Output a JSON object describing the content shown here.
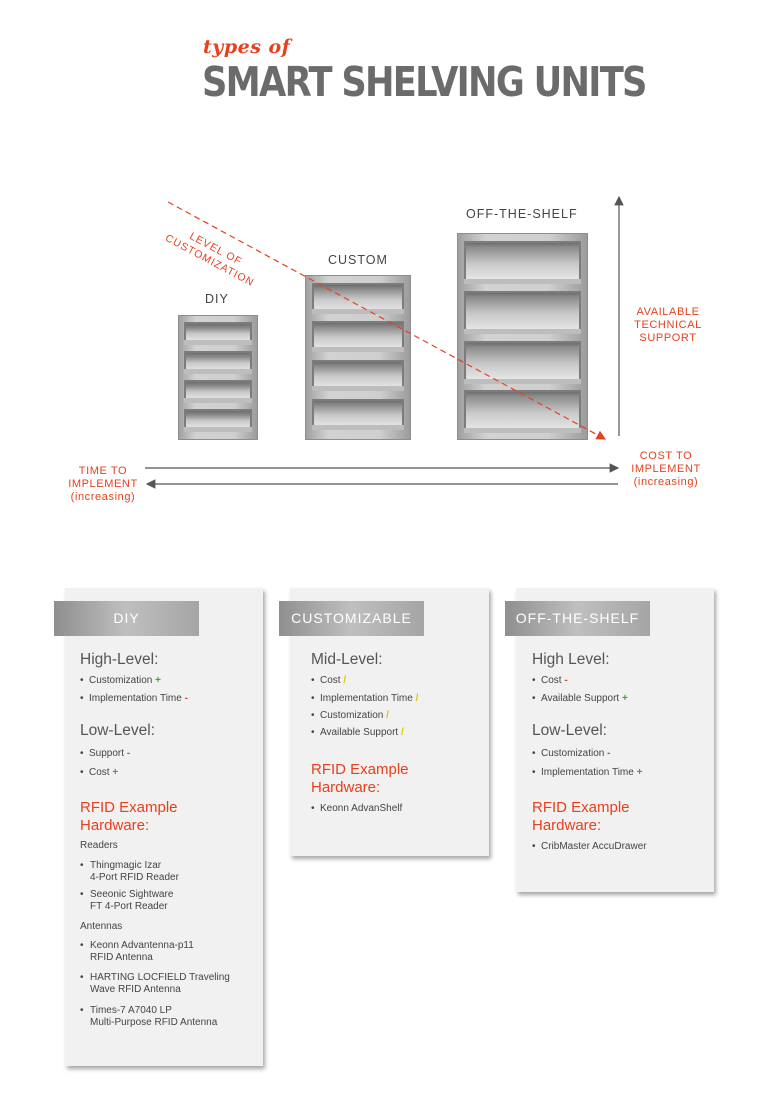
{
  "title": {
    "small": "types of",
    "big": "SMART SHELVING UNITS"
  },
  "diagram": {
    "units": [
      {
        "label": "DIY",
        "shelves": 4
      },
      {
        "label": "CUSTOM",
        "shelves": 4
      },
      {
        "label": "OFF-THE-SHELF",
        "shelves": 4
      }
    ],
    "level_of_customization": [
      "LEVEL OF",
      "CUSTOMIZATION"
    ],
    "available_support": [
      "AVAILABLE",
      "TECHNICAL",
      "SUPPORT"
    ],
    "time_to_implement": [
      "TIME TO",
      "IMPLEMENT",
      "(increasing)"
    ],
    "cost_to_implement": [
      "COST TO",
      "IMPLEMENT",
      "(increasing)"
    ],
    "colors": {
      "accent": "#e8401c",
      "gray": "#6b6b6b",
      "plus": "#3aa63a",
      "neutral": "#e5c200"
    }
  },
  "cards": {
    "diy": {
      "tab": "DIY",
      "high_title": "High-Level:",
      "high": [
        {
          "text": "Customization",
          "mark": "+"
        },
        {
          "text": "Implementation Time",
          "mark": "-"
        }
      ],
      "low_title": "Low-Level:",
      "low": [
        {
          "text": "Support",
          "mark": "-"
        },
        {
          "text": "Cost",
          "mark": "+"
        }
      ],
      "rfid_title": [
        "RFID Example",
        "Hardware:"
      ],
      "readers_label": "Readers",
      "readers": [
        [
          "Thingmagic Izar",
          "4-Port RFID Reader"
        ],
        [
          "Seeonic Sightware",
          "FT 4-Port Reader"
        ]
      ],
      "antennas_label": "Antennas",
      "antennas": [
        [
          "Keonn Advantenna-p11",
          "RFID Antenna"
        ],
        [
          "HARTING LOCFIELD Traveling",
          "Wave RFID Antenna"
        ],
        [
          "Times-7 A7040 LP",
          "Multi-Purpose RFID Antenna"
        ]
      ]
    },
    "custom": {
      "tab": "CUSTOMIZABLE",
      "mid_title": "Mid-Level:",
      "mid": [
        {
          "text": "Cost",
          "mark": "/"
        },
        {
          "text": "Implementation Time",
          "mark": "/"
        },
        {
          "text": "Customization",
          "mark": "/"
        },
        {
          "text": "Available Support",
          "mark": "/"
        }
      ],
      "rfid_title": [
        "RFID Example",
        "Hardware:"
      ],
      "hardware": [
        "Keonn AdvanShelf"
      ]
    },
    "offshelf": {
      "tab": "OFF-THE-SHELF",
      "high_title": "High Level:",
      "high": [
        {
          "text": "Cost",
          "mark": "-"
        },
        {
          "text": "Available Support",
          "mark": "+"
        }
      ],
      "low_title": "Low-Level:",
      "low": [
        {
          "text": "Customization",
          "mark": "-"
        },
        {
          "text": "Implementation Time",
          "mark": "+"
        }
      ],
      "rfid_title": [
        "RFID Example",
        "Hardware:"
      ],
      "hardware": [
        "CribMaster AccuDrawer"
      ]
    }
  }
}
